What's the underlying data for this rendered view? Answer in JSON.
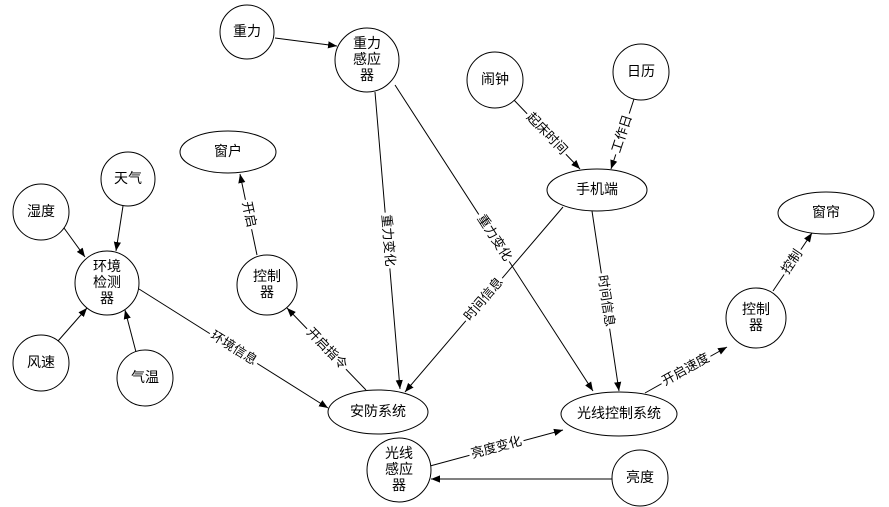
{
  "nodes": [
    {
      "id": "gravity",
      "lines": [
        "重力"
      ]
    },
    {
      "id": "gravity_sensor",
      "lines": [
        "重力",
        "感应",
        "器"
      ]
    },
    {
      "id": "alarm",
      "lines": [
        "闹钟"
      ]
    },
    {
      "id": "calendar",
      "lines": [
        "日历"
      ]
    },
    {
      "id": "window",
      "lines": [
        "窗户"
      ]
    },
    {
      "id": "phone",
      "lines": [
        "手机端"
      ]
    },
    {
      "id": "curtain",
      "lines": [
        "窗帘"
      ]
    },
    {
      "id": "weather",
      "lines": [
        "天气"
      ]
    },
    {
      "id": "humidity",
      "lines": [
        "湿度"
      ]
    },
    {
      "id": "env_detector",
      "lines": [
        "环境",
        "检测",
        "器"
      ]
    },
    {
      "id": "controller_a",
      "lines": [
        "控制",
        "器"
      ]
    },
    {
      "id": "controller_b",
      "lines": [
        "控制",
        "器"
      ]
    },
    {
      "id": "wind_speed",
      "lines": [
        "风速"
      ]
    },
    {
      "id": "temperature",
      "lines": [
        "气温"
      ]
    },
    {
      "id": "security",
      "lines": [
        "安防系统"
      ]
    },
    {
      "id": "light_control",
      "lines": [
        "光线控制系统"
      ]
    },
    {
      "id": "light_sensor",
      "lines": [
        "光线",
        "感应",
        "器"
      ]
    },
    {
      "id": "brightness",
      "lines": [
        "亮度"
      ]
    }
  ],
  "edges": [
    {
      "from": "gravity",
      "to": "gravity_sensor",
      "label": ""
    },
    {
      "from": "gravity_sensor",
      "to": "security",
      "label": "重力变化"
    },
    {
      "from": "gravity_sensor",
      "to": "light_control",
      "label": "重力变化"
    },
    {
      "from": "alarm",
      "to": "phone",
      "label": "起床时间"
    },
    {
      "from": "calendar",
      "to": "phone",
      "label": "工作日"
    },
    {
      "from": "phone",
      "to": "security",
      "label": "时间信息"
    },
    {
      "from": "phone",
      "to": "light_control",
      "label": "时间信息"
    },
    {
      "from": "controller_a",
      "to": "window",
      "label": "开启"
    },
    {
      "from": "security",
      "to": "controller_a",
      "label": "开启指令"
    },
    {
      "from": "humidity",
      "to": "env_detector",
      "label": ""
    },
    {
      "from": "weather",
      "to": "env_detector",
      "label": ""
    },
    {
      "from": "wind_speed",
      "to": "env_detector",
      "label": ""
    },
    {
      "from": "temperature",
      "to": "env_detector",
      "label": ""
    },
    {
      "from": "env_detector",
      "to": "security",
      "label": "环境信息"
    },
    {
      "from": "light_control",
      "to": "controller_b",
      "label": "开启速度"
    },
    {
      "from": "controller_b",
      "to": "curtain",
      "label": "控制"
    },
    {
      "from": "light_sensor",
      "to": "light_control",
      "label": "亮度变化"
    },
    {
      "from": "brightness",
      "to": "light_sensor",
      "label": ""
    }
  ]
}
